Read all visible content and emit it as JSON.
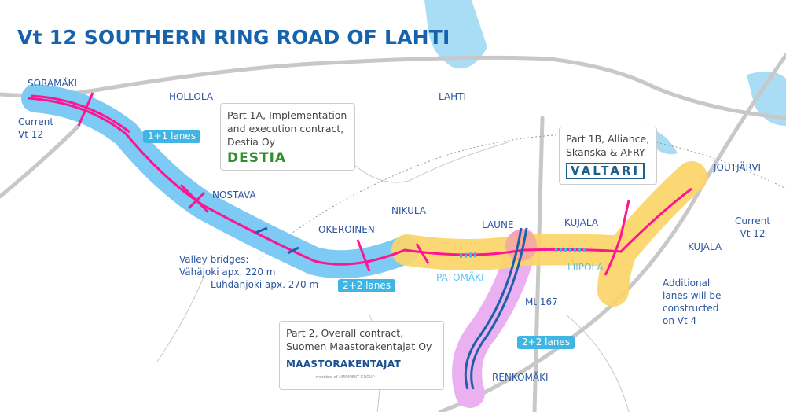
{
  "title": "Vt 12 SOUTHERN RING ROAD OF LAHTI",
  "places": {
    "soramaki": "SORAMÄKI",
    "hollola": "HOLLOLA",
    "lahti": "LAHTI",
    "nostava": "NOSTAVA",
    "nikula": "NIKULA",
    "laune": "LAUNE",
    "kujala1": "KUJALA",
    "kujala2": "KUJALA",
    "okeroinen": "OKEROINEN",
    "patomaki": "PATOMÄKI",
    "liipola": "LIIPOLA",
    "joutjarvi": "JOUTJÄRVI",
    "renkomaki": "RENKOMÄKI"
  },
  "roads": {
    "current_vt12_left": [
      "Current",
      "Vt 12"
    ],
    "current_vt12_right": [
      "Current",
      "Vt 12"
    ],
    "mt167": "Mt 167"
  },
  "bridges": [
    "Valley bridges:",
    "Vähäjoki apx. 220 m",
    "Luhdanjoki apx. 270 m"
  ],
  "additional": [
    "Additional",
    "lanes will be",
    "constructed",
    "on Vt 4"
  ],
  "badges": {
    "b1": "1+1 lanes",
    "b2": "2+2 lanes",
    "b3": "2+2 lanes"
  },
  "contracts": {
    "p1a": {
      "lines": [
        "Part 1A, Implementation",
        "and execution contract,",
        "Destia Oy"
      ],
      "logo": "DESTIA"
    },
    "p1b": {
      "lines": [
        "Part 1B, Alliance,",
        "Skanska & AFRY"
      ],
      "logo": "VALTARI"
    },
    "p2": {
      "lines": [
        "Part 2, Overall contract,",
        "Suomen Maastorakentajat Oy"
      ],
      "logo": "MAASTORAKENTAJAT",
      "logo_sub": "member of AMOMENT GROUP"
    }
  },
  "colors": {
    "part1a": "#7dcaf5",
    "part1b": "#fbd568",
    "part2": "#eab0f0",
    "new_road": "#ff1493",
    "existing_road": "#c4c4c4",
    "water": "#a9dcf5"
  }
}
